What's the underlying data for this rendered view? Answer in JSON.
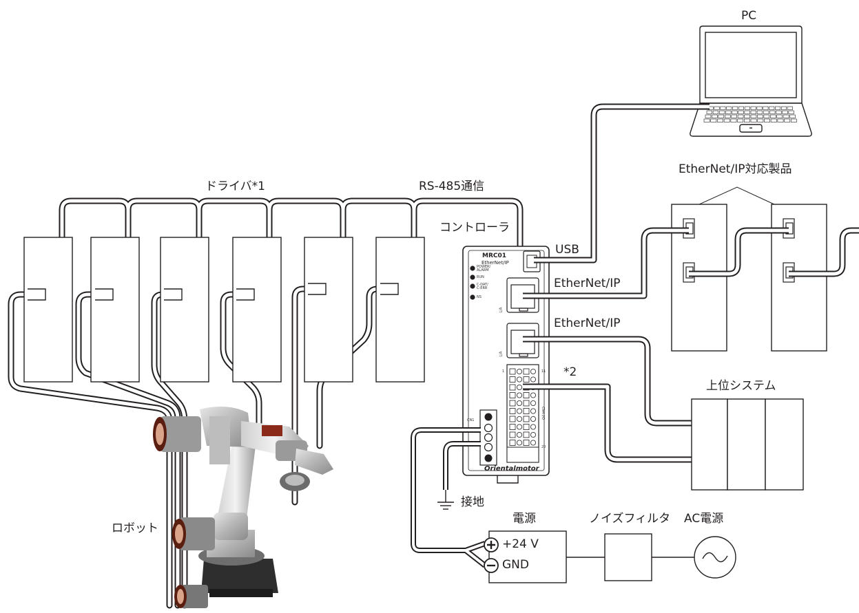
{
  "labels": {
    "pc": "PC",
    "drivers": "ドライバ*1",
    "rs485": "RS-485通信",
    "controller": "コントローラ",
    "usb": "USB",
    "ethernet_ip_1": "EtherNet/IP",
    "ethernet_ip_2": "EtherNet/IP",
    "ethernet_products": "EtherNet/IP対応製品",
    "note2": "*2",
    "host_system": "上位システム",
    "ground": "接地",
    "robot": "ロボット",
    "power_supply": "電源",
    "plus_24v": "+24 V",
    "gnd": "GND",
    "noise_filter": "ノイズフィルタ",
    "ac_power": "AC電源"
  },
  "controller_unit": {
    "model": "MRC01",
    "network_logo": "EtherNet/IP",
    "brand": "Orientalmotor",
    "leds": [
      "POWER/ ALARM",
      "RUN",
      "C-DAT/ C-ERR",
      "NS"
    ],
    "port_labels": [
      "L/A",
      "L/A"
    ],
    "io_label": "CN4 I/O",
    "io_pins": [
      "1",
      "11",
      "20"
    ],
    "cn1_label": "CN1"
  }
}
